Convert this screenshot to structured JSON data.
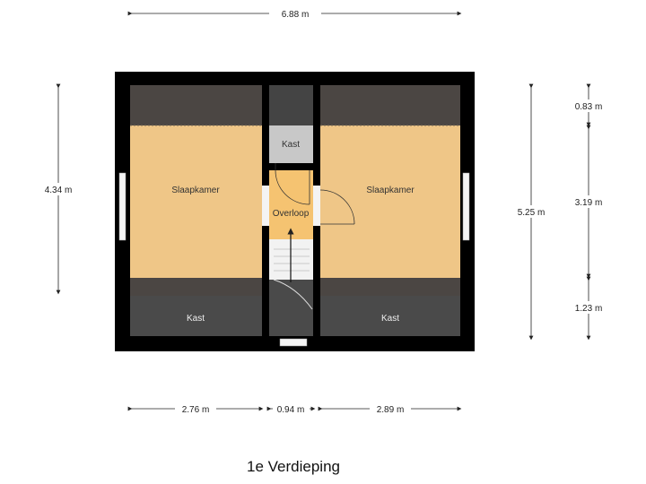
{
  "title": "1e Verdieping",
  "rooms": {
    "bedroom_left": "Slaapkamer",
    "bedroom_right": "Slaapkamer",
    "closet_top": "Kast",
    "landing": "Overloop",
    "closet_bottom_left": "Kast",
    "closet_bottom_right": "Kast"
  },
  "dimensions": {
    "top_width": "6.88 m",
    "left_height": "4.34 m",
    "right_height": "5.25 m",
    "right_top": "0.83 m",
    "right_middle": "3.19 m",
    "right_bottom": "1.23 m",
    "bottom_left": "2.76 m",
    "bottom_middle": "0.94 m",
    "bottom_right": "2.89 m"
  },
  "colors": {
    "wall": "#000000",
    "room_fill": "#efc687",
    "landing_fill": "#f5c371",
    "attic_slope": "#4b4643",
    "closet_dark": "#4a4a4a",
    "closet_light": "#c8c8c8"
  }
}
